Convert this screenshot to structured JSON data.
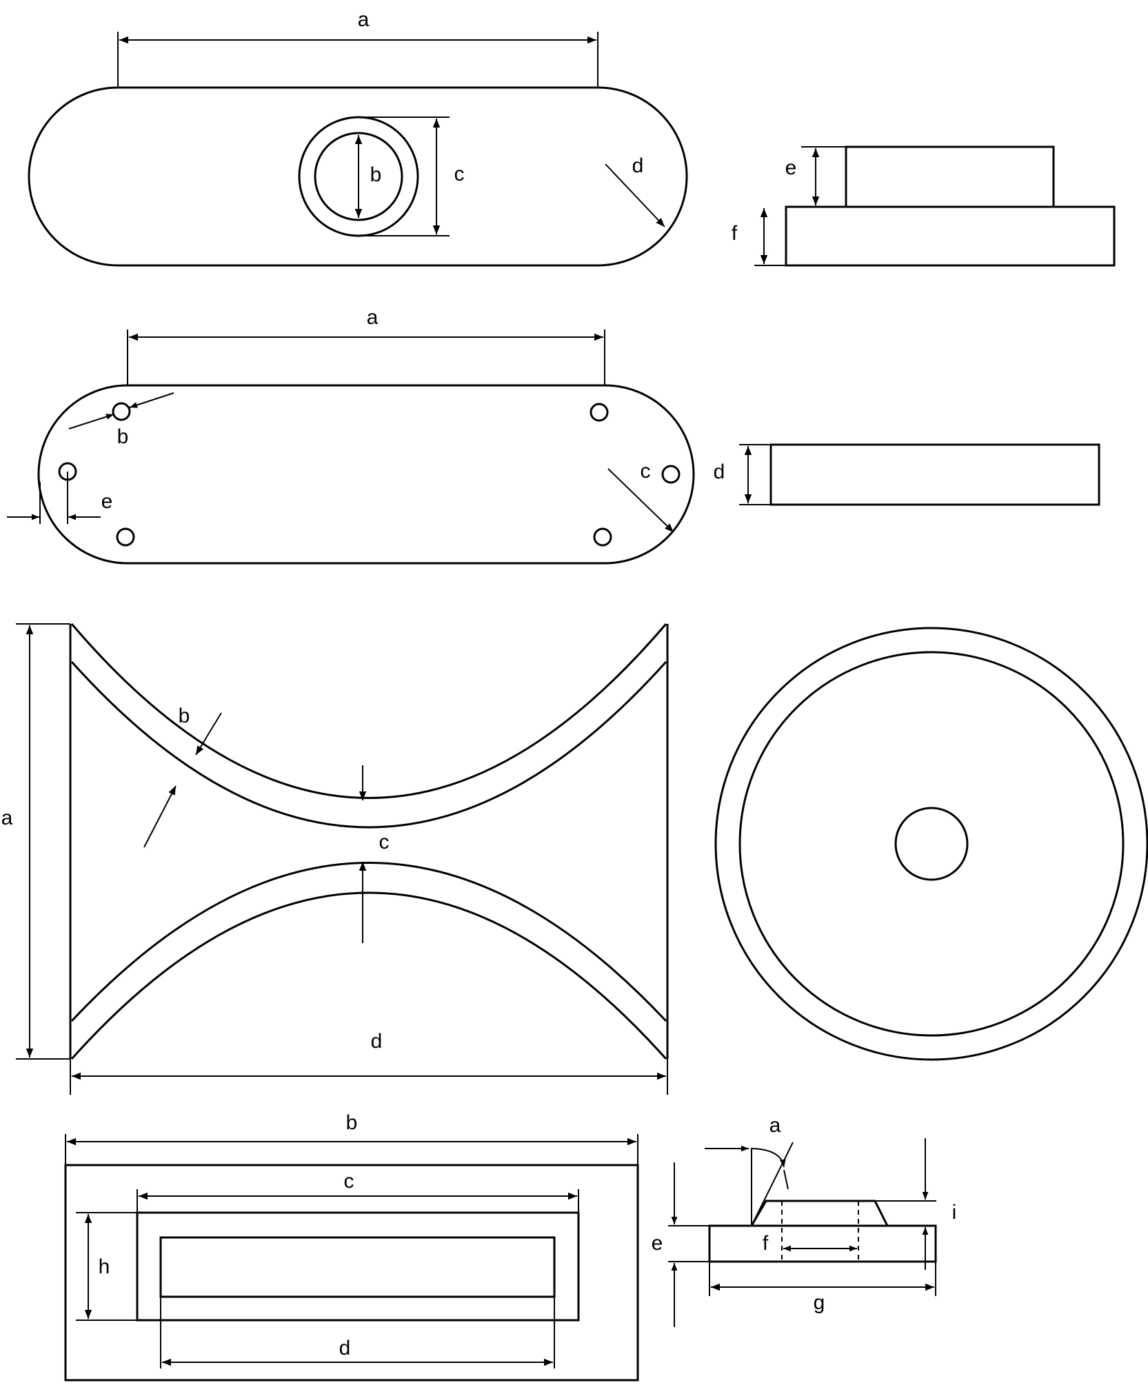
{
  "colors": {
    "line": "#000000",
    "background": "#ffffff"
  },
  "figures": {
    "fig1_top_view": {
      "label_a": "a",
      "label_b": "b",
      "label_c": "c",
      "label_d": "d"
    },
    "fig1_side_view": {
      "label_e": "e",
      "label_f": "f"
    },
    "fig2_top_view": {
      "label_a": "a",
      "label_b": "b",
      "label_c": "c",
      "label_e": "e"
    },
    "fig2_side_view": {
      "label_d": "d"
    },
    "fig3_profile": {
      "label_a": "a",
      "label_b": "b",
      "label_c": "c",
      "label_d": "d"
    },
    "fig3_circle_view": {},
    "fig4_top_view": {
      "label_b": "b",
      "label_c": "c",
      "label_d": "d",
      "label_h": "h"
    },
    "fig4_section_view": {
      "label_a": "a",
      "label_e": "e",
      "label_f": "f",
      "label_g": "g",
      "label_i": "i"
    }
  }
}
